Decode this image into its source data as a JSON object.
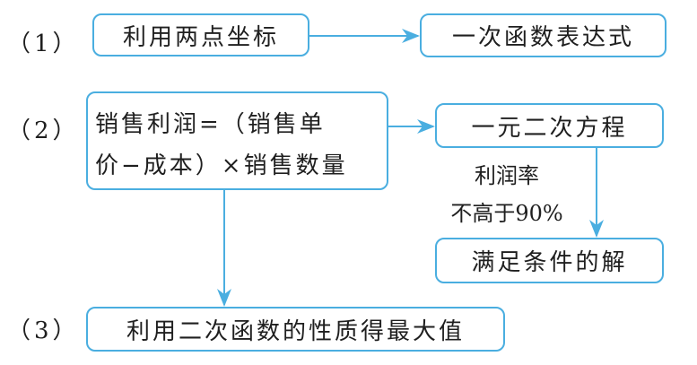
{
  "steps": {
    "s1": "（1）",
    "s2": "（2）",
    "s3": "（3）"
  },
  "boxes": {
    "two_points": "利用两点坐标",
    "linear_expr": "一次函数表达式",
    "profit_line1": "销售利润=（销售单",
    "profit_line2": "价−成本）×销售数量",
    "quadratic_eq": "一元二次方程",
    "valid_solution": "满足条件的解",
    "max_value": "利用二次函数的性质得最大值"
  },
  "condition": {
    "line1": "利润率",
    "line2": "不高于90%"
  },
  "colors": {
    "border": "#4aaee0",
    "text": "#1f1f1f"
  }
}
